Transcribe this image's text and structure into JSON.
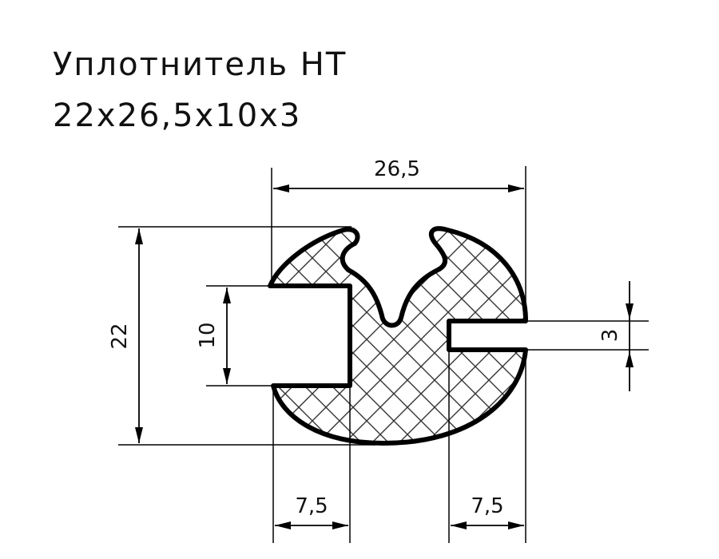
{
  "title": {
    "line1": "Уплотнитель НТ",
    "line2": "22x26,5x10x3"
  },
  "dimensions": {
    "width": "26,5",
    "height": "22",
    "slot_height": "10",
    "groove": "3",
    "left_depth": "7,5",
    "right_depth": "7,5"
  }
}
